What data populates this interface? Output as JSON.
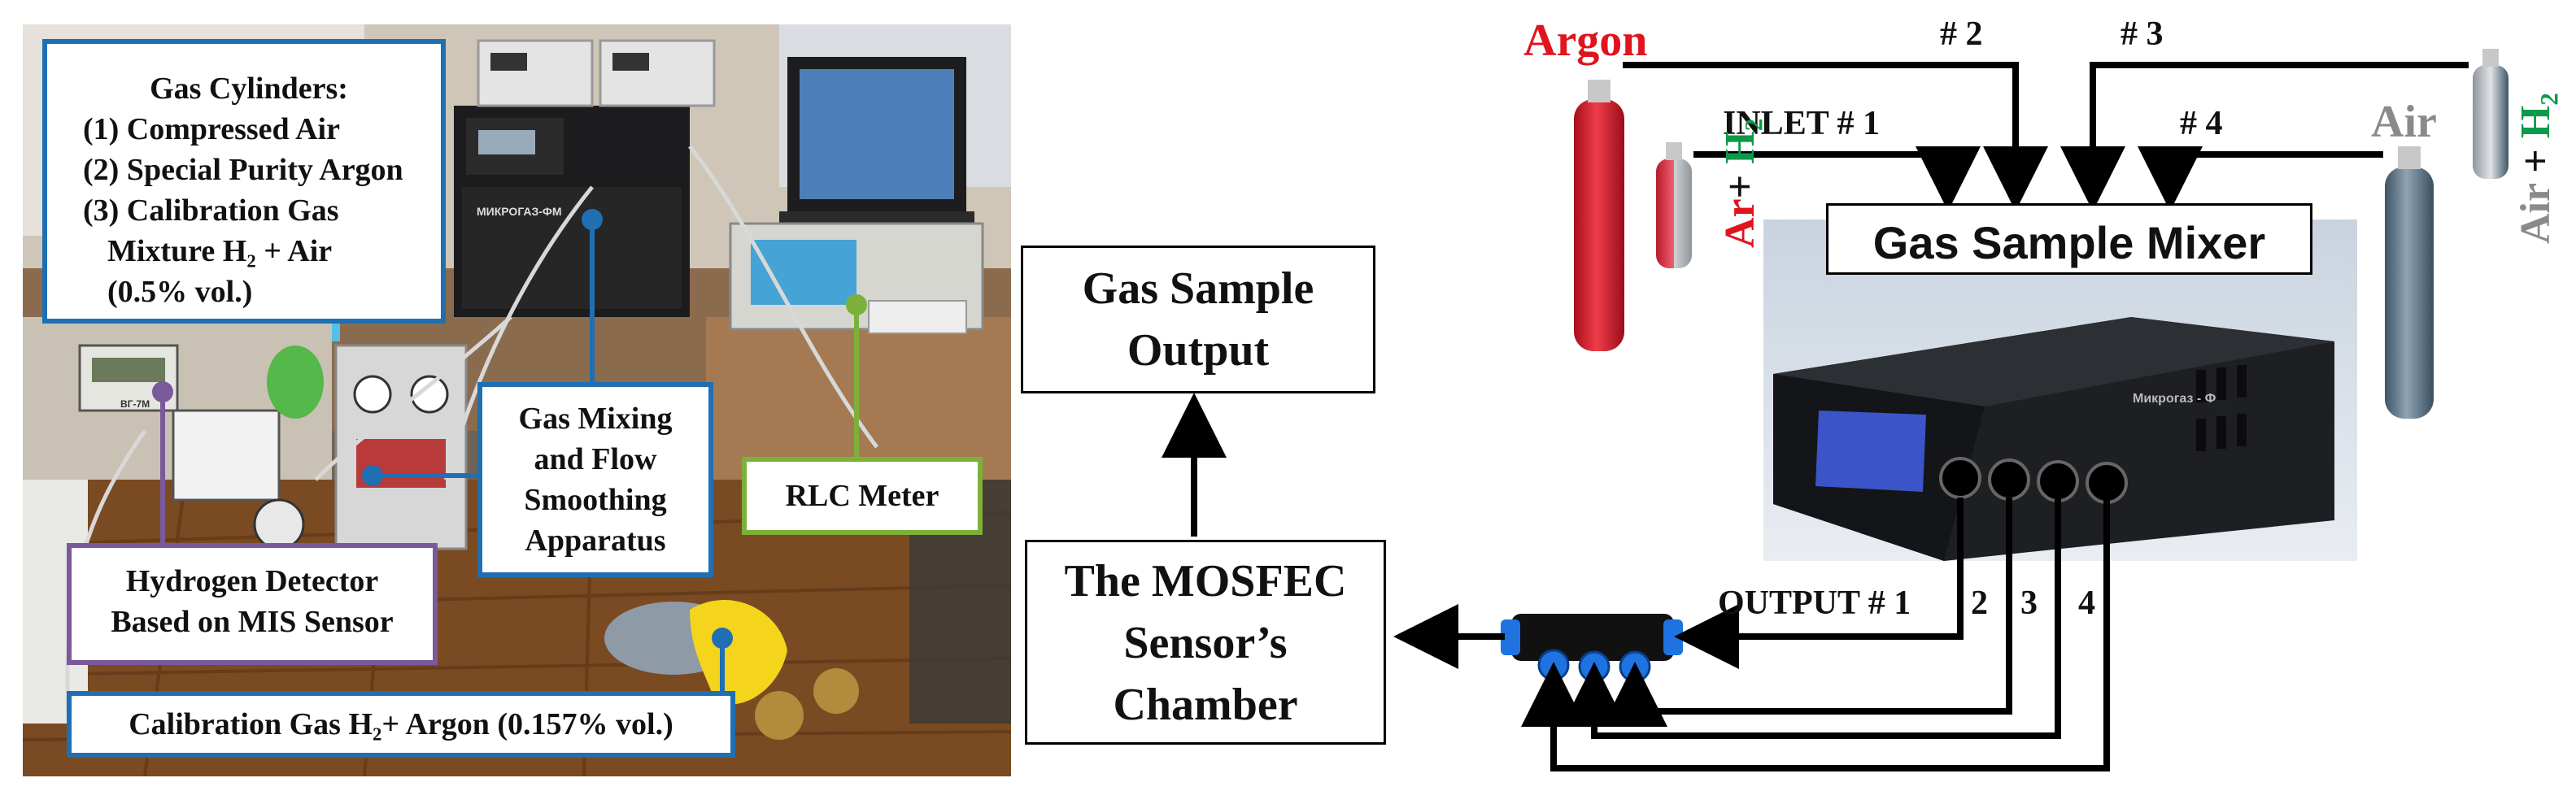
{
  "photo": {
    "cylinders_box": {
      "title": "Gas Cylinders:",
      "lines": [
        "(1) Compressed Air",
        "(2) Special Purity Argon",
        "(3) Calibration Gas",
        "Mixture H₂ + Air",
        "(0.5% vol.)"
      ]
    },
    "mixing_box": [
      "Gas Mixing",
      "and Flow",
      "Smoothing",
      "Apparatus"
    ],
    "rlc_box": "RLC Meter",
    "detector_box": [
      "Hydrogen Detector",
      "Based on MIS Sensor"
    ],
    "calib_box": "Calibration Gas H₂+ Argon (0.157% vol.)",
    "screen_brand": "МИКРОГАЗ-ФМ",
    "device_label": "ВГ-7М"
  },
  "diagram": {
    "gas_sample_output": [
      "Gas Sample",
      "Output"
    ],
    "mosfec_chamber": [
      "The MOSFEC",
      "Sensor’s",
      "Chamber"
    ],
    "mixer": "Gas Sample Mixer",
    "argon": "Argon",
    "air": "Air",
    "ar_h2": {
      "a": "Ar",
      "b": "+ ",
      "c": "H₂"
    },
    "air_h2": {
      "a": "Air",
      "b": " + ",
      "c": "H₂"
    },
    "inlet1": "INLET # 1",
    "n2": "# 2",
    "n3": "# 3",
    "n4": "# 4",
    "output1": "OUTPUT # 1",
    "o2": "2",
    "o3": "3",
    "o4": "4",
    "device_brand": "Микрогаз - Ф"
  },
  "colors": {
    "blue": "#1f6fb2",
    "green": "#7db03a",
    "purple": "#7a5a9a",
    "argon_red": "#e0141e",
    "h2_green": "#0a9a4a",
    "air_gray": "#8a8a8a"
  }
}
